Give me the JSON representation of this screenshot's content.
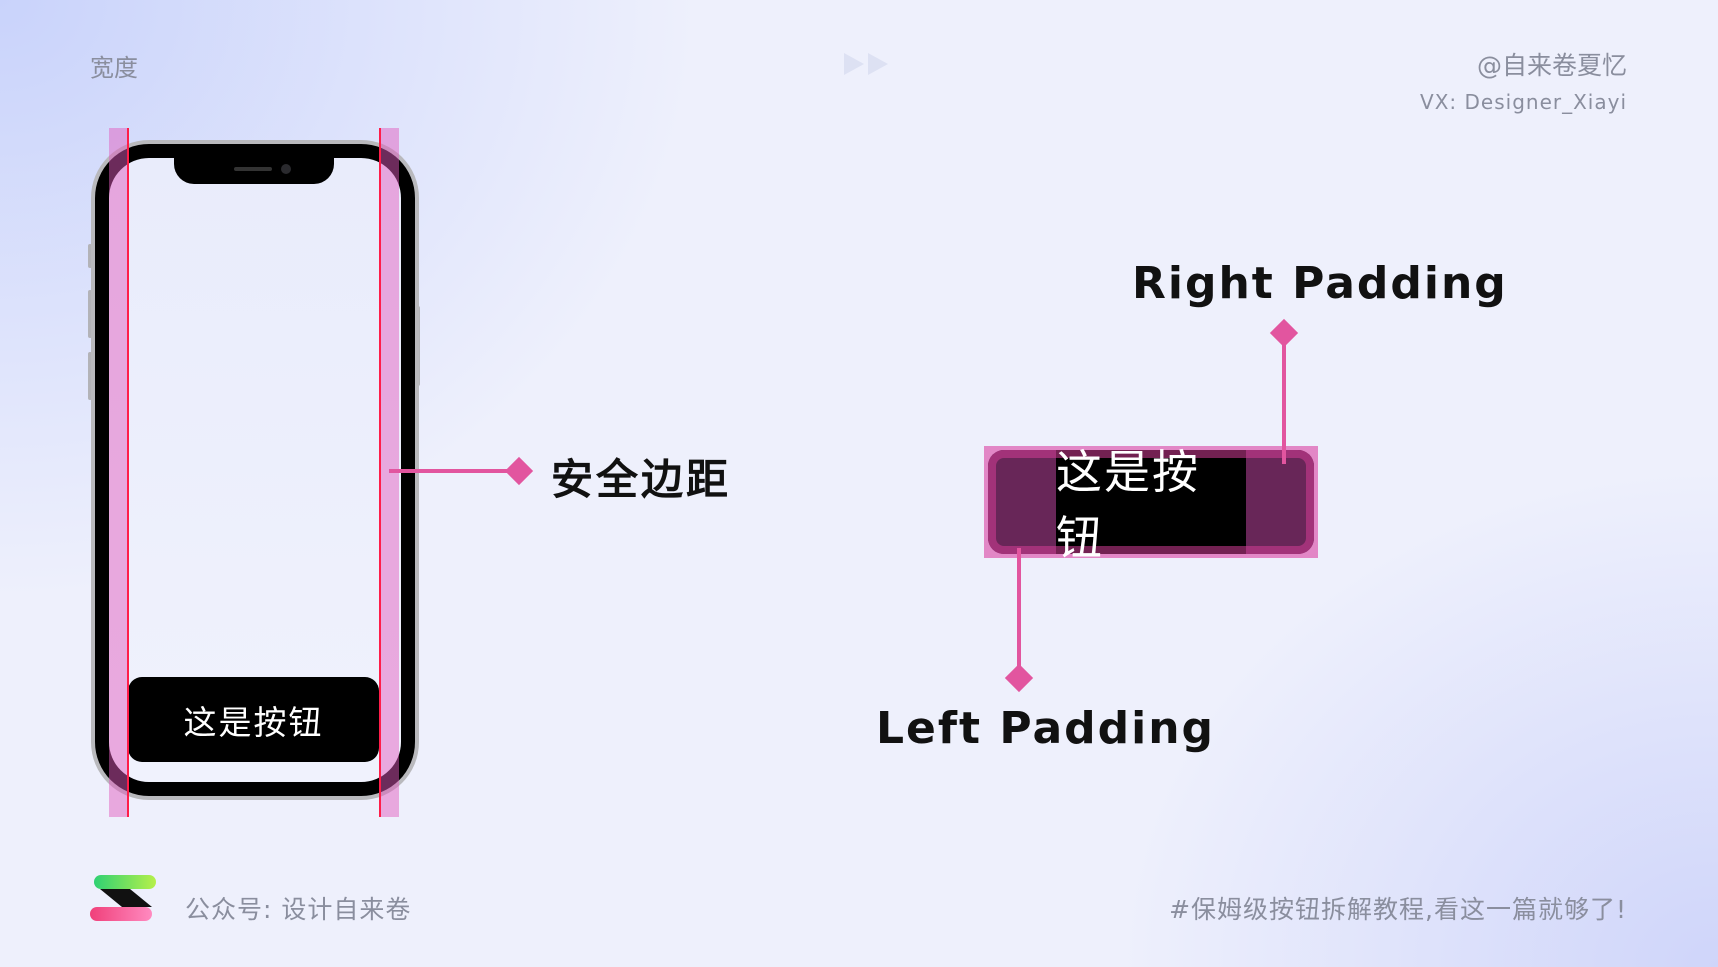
{
  "header": {
    "section_label": "宽度",
    "author": "@自来卷夏忆",
    "wechat_id": "VX: Designer_Xiayi",
    "play_icon": "double-play-icon"
  },
  "phone_demo": {
    "button_label": "这是按钮",
    "safe_margin_label": "安全边距"
  },
  "padding_demo": {
    "button_label": "这是按钮",
    "right_padding_label": "Right Padding",
    "left_padding_label": "Left Padding"
  },
  "footer": {
    "logo_icon": "brand-logo-icon",
    "account_label": "公众号: 设计自来卷",
    "hashtag": "#保姆级按钮拆解教程,看这一篇就够了!"
  },
  "colors": {
    "accent": "#e2559f",
    "safe_band": "#e25abe",
    "safe_line": "#ff1d4a",
    "muted_text": "#8a8e9e"
  }
}
